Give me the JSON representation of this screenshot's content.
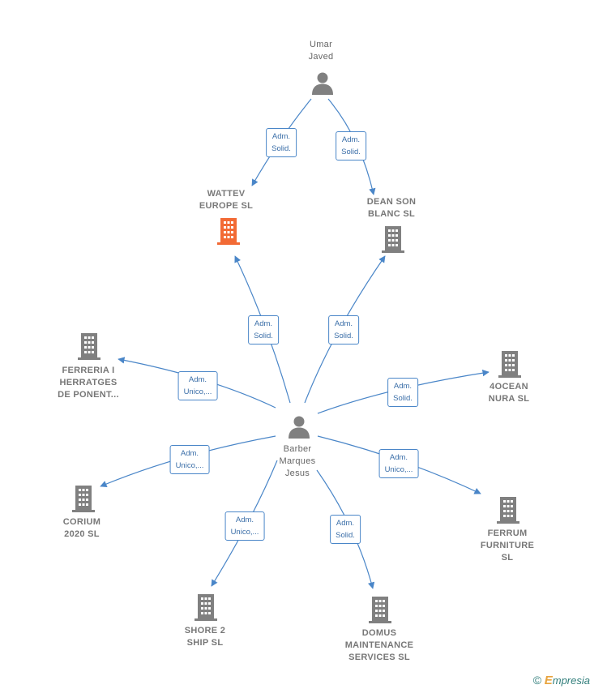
{
  "nodes": {
    "umar": {
      "type": "person",
      "line1": "Umar",
      "line2": "Javed"
    },
    "barber": {
      "type": "person",
      "line1": "Barber",
      "line2": "Marques",
      "line3": "Jesus"
    },
    "wattev": {
      "type": "company",
      "highlight": true,
      "line1": "WATTEV",
      "line2": "EUROPE SL"
    },
    "dean": {
      "type": "company",
      "line1": "DEAN SON",
      "line2": "BLANC SL"
    },
    "ferreria": {
      "type": "company",
      "line1": "FERRERIA I",
      "line2": "HERRATGES",
      "line3": "DE PONENT..."
    },
    "ocean": {
      "type": "company",
      "line1": "4OCEAN",
      "line2": "NURA SL"
    },
    "corium": {
      "type": "company",
      "line1": "CORIUM",
      "line2": "2020 SL"
    },
    "ferrum": {
      "type": "company",
      "line1": "FERRUM",
      "line2": "FURNITURE",
      "line3": "SL"
    },
    "shore": {
      "type": "company",
      "line1": "SHORE 2",
      "line2": "SHIP SL"
    },
    "domus": {
      "type": "company",
      "line1": "DOMUS",
      "line2": "MAINTENANCE",
      "line3": "SERVICES SL"
    }
  },
  "roles": {
    "umar_wattev": {
      "line1": "Adm.",
      "line2": "Solid."
    },
    "umar_dean": {
      "line1": "Adm.",
      "line2": "Solid."
    },
    "barber_wattev": {
      "line1": "Adm.",
      "line2": "Solid."
    },
    "barber_dean": {
      "line1": "Adm.",
      "line2": "Solid."
    },
    "barber_ferreria": {
      "line1": "Adm.",
      "line2": "Unico,..."
    },
    "barber_ocean": {
      "line1": "Adm.",
      "line2": "Solid."
    },
    "barber_corium": {
      "line1": "Adm.",
      "line2": "Unico,..."
    },
    "barber_ferrum": {
      "line1": "Adm.",
      "line2": "Unico,..."
    },
    "barber_shore": {
      "line1": "Adm.",
      "line2": "Unico,..."
    },
    "barber_domus": {
      "line1": "Adm.",
      "line2": "Solid."
    }
  },
  "colors": {
    "edge": "#4a86c8",
    "icon": "#808080",
    "highlight": "#f26a35"
  },
  "footer": {
    "copyright": "©",
    "brand_initial": "E",
    "brand_rest": "mpresia"
  }
}
